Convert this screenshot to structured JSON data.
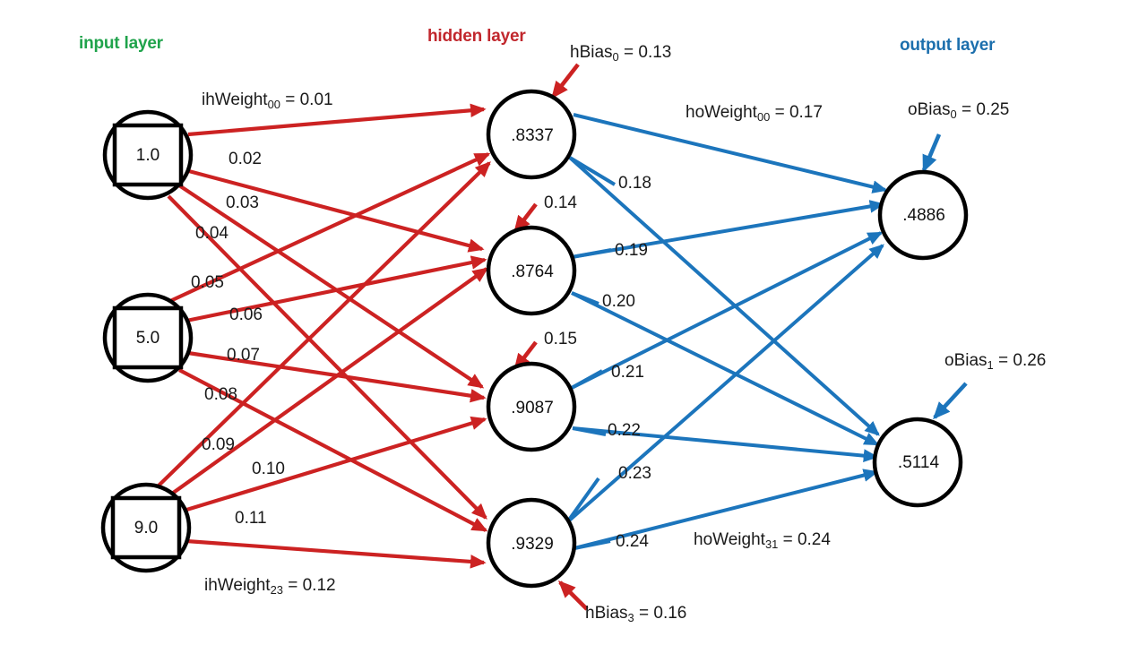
{
  "diagram": {
    "title": "neural network feed-forward diagram",
    "colors": {
      "input_label": "#1fa34b",
      "hidden_label": "#c1272d",
      "output_label": "#1c6fad",
      "ih_edge": "#cc2222",
      "ho_edge": "#1c75bc",
      "node_stroke": "#000000",
      "background": "#ffffff"
    }
  },
  "layers": {
    "input": {
      "label": "input layer",
      "nodes": [
        {
          "value": "1.0"
        },
        {
          "value": "5.0"
        },
        {
          "value": "9.0"
        }
      ]
    },
    "hidden": {
      "label": "hidden layer",
      "nodes": [
        {
          "value": ".8337"
        },
        {
          "value": ".8764"
        },
        {
          "value": ".9087"
        },
        {
          "value": ".9329"
        }
      ]
    },
    "output": {
      "label": "output layer",
      "nodes": [
        {
          "value": ".4886"
        },
        {
          "value": ".5114"
        }
      ]
    }
  },
  "ih_weights": {
    "first_label": {
      "name": "ihWeight",
      "sub": "00",
      "eq": " = 0.01"
    },
    "last_label": {
      "name": "ihWeight",
      "sub": "23",
      "eq": " = 0.12"
    },
    "values": [
      "0.02",
      "0.03",
      "0.04",
      "0.05",
      "0.06",
      "0.07",
      "0.08",
      "0.09",
      "0.10",
      "0.11"
    ]
  },
  "ho_weights": {
    "first_label": {
      "name": "hoWeight",
      "sub": "00",
      "eq": " = 0.17"
    },
    "last_label": {
      "name": "hoWeight",
      "sub": "31",
      "eq": " = 0.24"
    },
    "values": [
      "0.18",
      "0.19",
      "0.20",
      "0.21",
      "0.22",
      "0.23",
      "0.24"
    ]
  },
  "hidden_biases": {
    "first_label": {
      "name": "hBias",
      "sub": "0",
      "eq": " = 0.13"
    },
    "last_label": {
      "name": "hBias",
      "sub": "3",
      "eq": " = 0.16"
    },
    "values": [
      "0.14",
      "0.15"
    ]
  },
  "output_biases": {
    "bias0": {
      "name": "oBias",
      "sub": "0",
      "eq": " = 0.25"
    },
    "bias1": {
      "name": "oBias",
      "sub": "1",
      "eq": " = 0.26"
    }
  }
}
